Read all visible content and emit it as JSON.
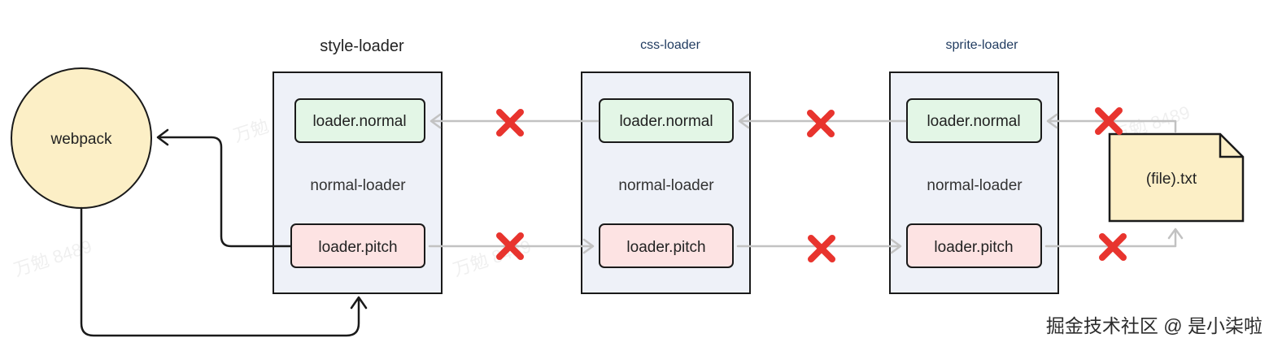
{
  "webpack_node": {
    "label": "webpack"
  },
  "file_node": {
    "label": "(file).txt"
  },
  "loaders": [
    {
      "title": "style-loader",
      "normal_label": "loader.normal",
      "middle_label": "normal-loader",
      "pitch_label": "loader.pitch"
    },
    {
      "title": "css-loader",
      "normal_label": "loader.normal",
      "middle_label": "normal-loader",
      "pitch_label": "loader.pitch"
    },
    {
      "title": "sprite-loader",
      "normal_label": "loader.normal",
      "middle_label": "normal-loader",
      "pitch_label": "loader.pitch"
    }
  ],
  "watermark": {
    "text": "万勉 8489"
  },
  "credit": "掘金技术社区 @ 是小柒啦",
  "colors": {
    "frame_fill": "#eef1f8",
    "normal_fill": "#e3f6e6",
    "pitch_fill": "#fde3e3",
    "node_fill": "#fcefc6",
    "arrow_gray": "#c2c2c2",
    "cross_red": "#e8342e"
  }
}
